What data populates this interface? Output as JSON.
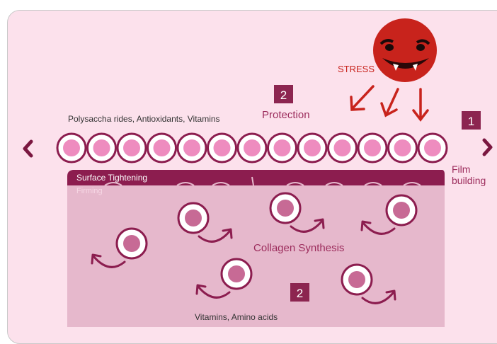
{
  "nav": {
    "prev_icon": "chevron-left-icon",
    "next_icon": "chevron-right-icon"
  },
  "stress": {
    "label": "STRESS",
    "icon": "devil-face-icon"
  },
  "protection": {
    "badge": "2",
    "label": "Protection"
  },
  "film": {
    "badge": "1",
    "label_line1": "Film",
    "label_line2": "building"
  },
  "layer_top": {
    "label": "Polysaccha rides, Antioxidants, Vitamins"
  },
  "band": {
    "label": "Surface Tightening",
    "sublabel": "Firming"
  },
  "collagen": {
    "label": "Collagen Synthesis"
  },
  "bottom": {
    "badge": "2",
    "label": "Vitamins, Amino acids"
  },
  "colors": {
    "background": "#fce1ec",
    "plum": "#8c1d4f",
    "badge": "#8c2550",
    "cell_fill": "#ee8cbf",
    "tissue": "#e6b8cc",
    "stress_red": "#c8231c",
    "text_plum": "#9c2c5c"
  }
}
